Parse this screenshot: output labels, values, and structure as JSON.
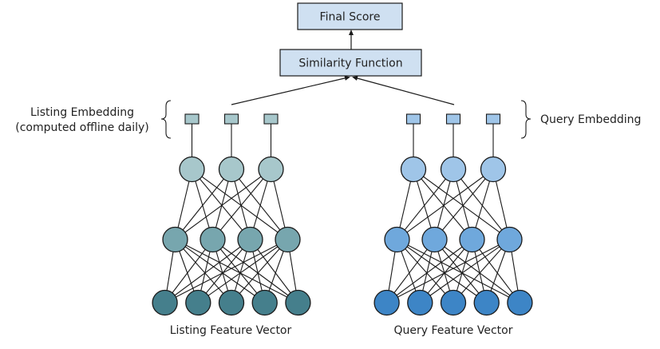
{
  "boxes": {
    "final_score": "Final Score",
    "similarity_function": "Similarity Function"
  },
  "labels": {
    "listing_embedding_line1": "Listing Embedding",
    "listing_embedding_line2": "(computed offline daily)",
    "query_embedding": "Query Embedding",
    "listing_feature_vector": "Listing Feature Vector",
    "query_feature_vector": "Query Feature Vector"
  },
  "colors": {
    "box_fill": "#cfe0f1",
    "listing_embed": "#a7c7cb",
    "listing_top": "#a7c7cb",
    "listing_mid": "#77a6ae",
    "listing_bottom": "#457f8c",
    "query_embed": "#9fc5e8",
    "query_top": "#9fc5e8",
    "query_mid": "#6fa8dc",
    "query_bottom": "#3d85c6",
    "stroke": "#1a1a1a"
  },
  "networks": {
    "listing": {
      "layers": [
        5,
        4,
        3
      ],
      "embedding_size": 3
    },
    "query": {
      "layers": [
        5,
        4,
        3
      ],
      "embedding_size": 3
    }
  }
}
